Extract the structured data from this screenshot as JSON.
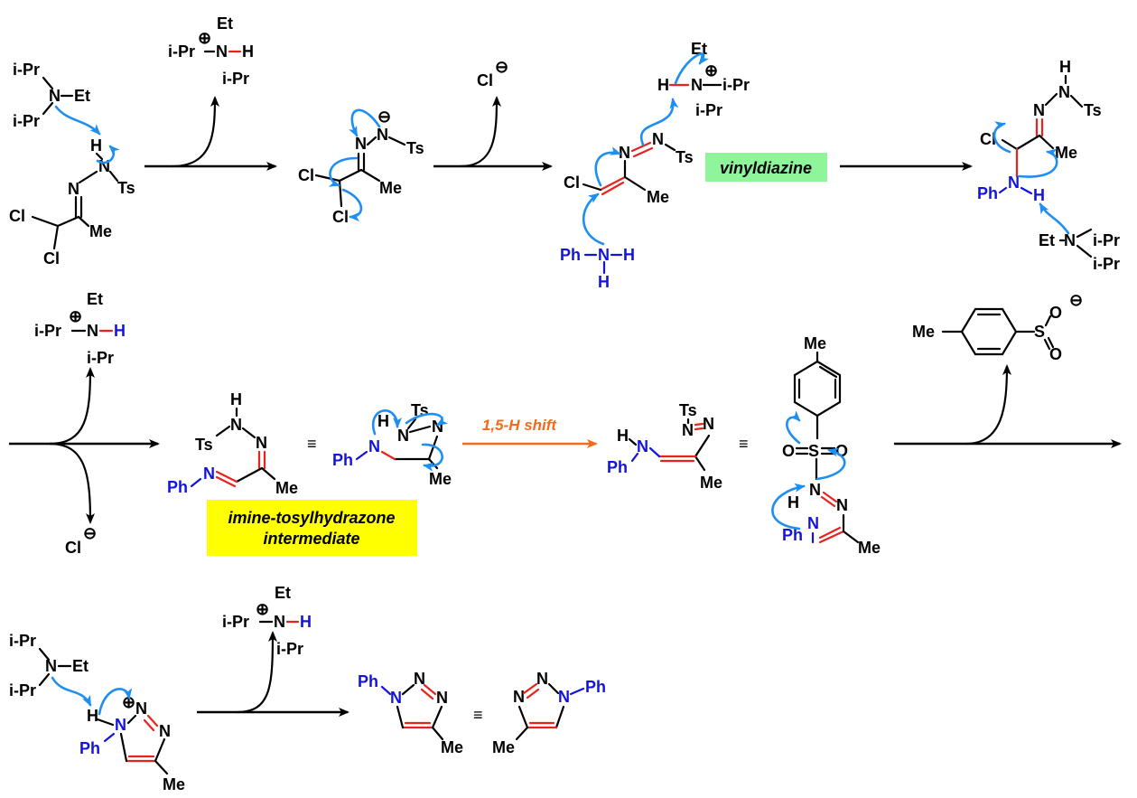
{
  "labels": {
    "vinyldiazine": "vinyldiazine",
    "imine_line1": "imine-tosylhydrazone",
    "imine_line2": "intermediate",
    "shift": "1,5-H shift",
    "equiv": "≡"
  },
  "atoms": {
    "ipr": "i-Pr",
    "et": "Et",
    "n": "N",
    "h": "H",
    "ts": "Ts",
    "me": "Me",
    "cl": "Cl",
    "ph": "Ph",
    "s": "S",
    "o": "O",
    "plus": "⊕",
    "minus": "⊖"
  },
  "colors": {
    "curly_arrow": "#1e8ff0",
    "new_bond": "#e8231d",
    "aniline": "#1313e0",
    "vinyldiazine_box": "#8ff59a",
    "intermediate_box": "#ffff00",
    "shift_arrow": "#f26a1b"
  }
}
